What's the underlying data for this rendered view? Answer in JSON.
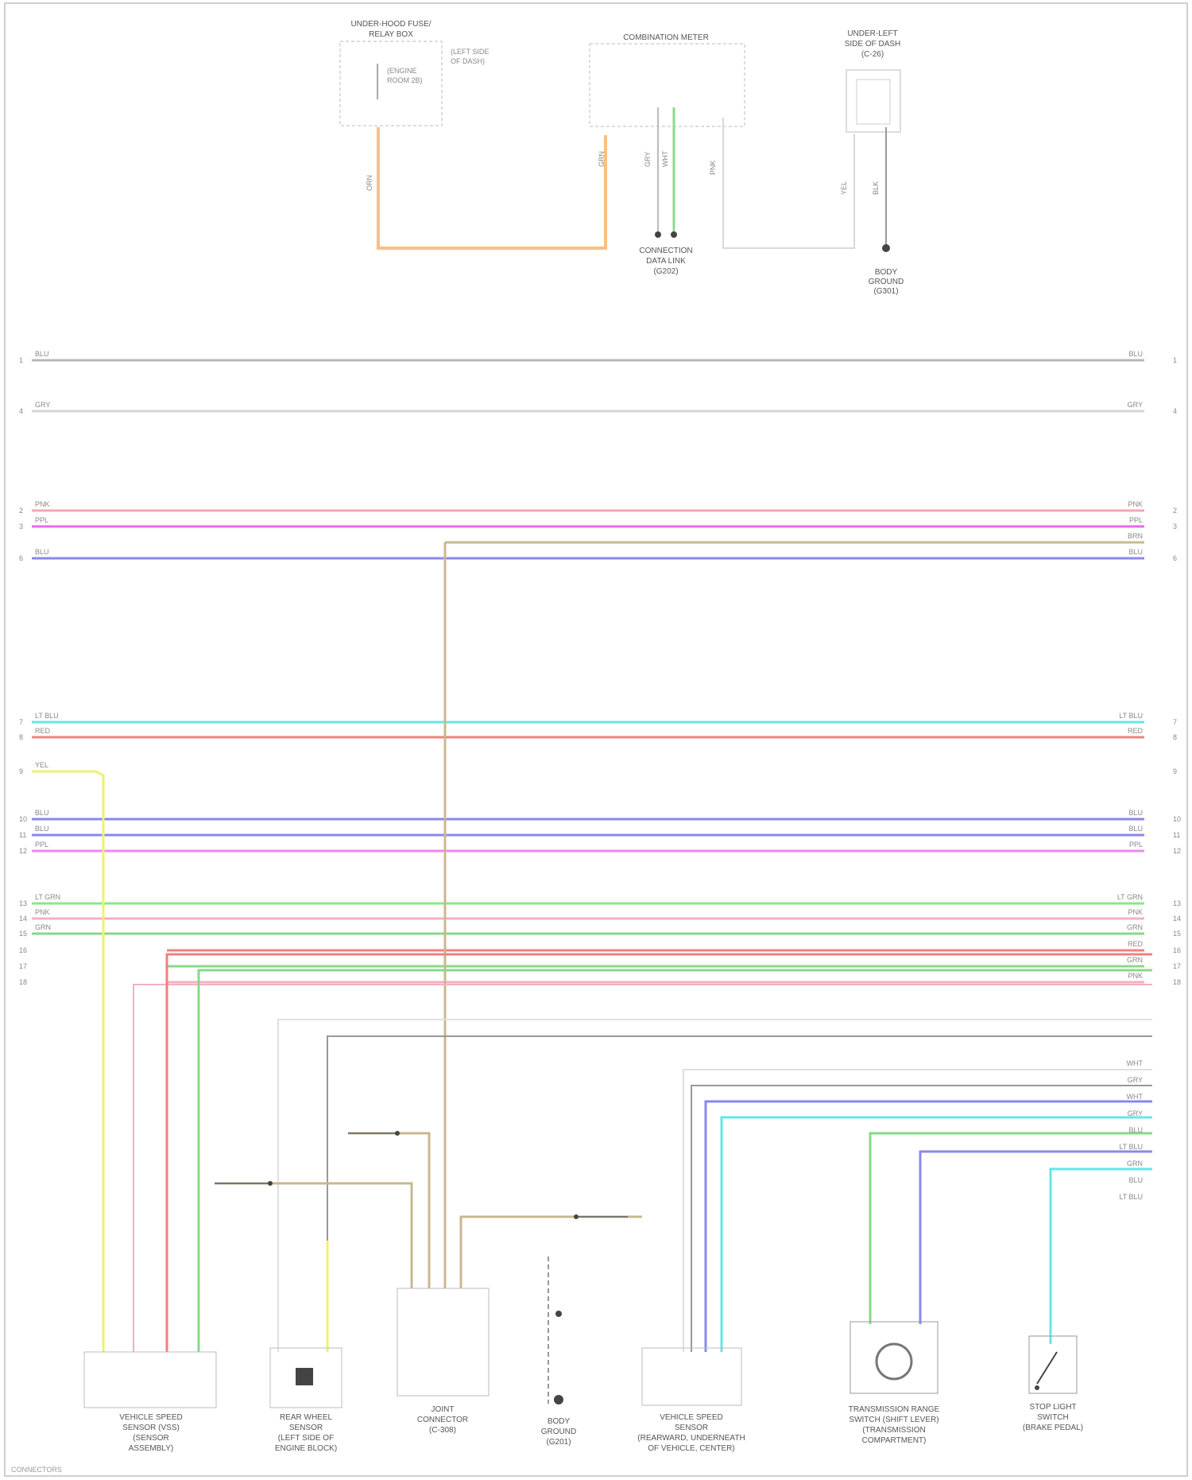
{
  "top_components": [
    {
      "id": "relay",
      "label_lines": [
        "UNDER-HOOD FUSE/",
        "RELAY BOX"
      ],
      "note_lines": [
        "(ENGINE",
        "ROOM 2B)",
        "(LEFT SIDE",
        "OF DASH)"
      ],
      "wire_label": "ORN"
    },
    {
      "id": "combination-meter",
      "label_lines": [
        "COMBINATION METER"
      ],
      "pins": [
        "GRY",
        "WHT",
        "GRN",
        "PNK"
      ]
    },
    {
      "id": "dash-relay",
      "label_lines": [
        "UNDER-LEFT",
        "SIDE OF DASH",
        "(C-26)"
      ],
      "pins": [
        "YEL",
        "BLK"
      ]
    }
  ],
  "top_connectors": [
    {
      "id": "left-connector",
      "label_lines": [
        "CONNECTION",
        "DATA LINK",
        "(G202)"
      ]
    },
    {
      "id": "ground",
      "label_lines": [
        "BODY",
        "GROUND",
        "(G301)"
      ]
    }
  ],
  "bus_lines": [
    {
      "num": "1",
      "label": "BLU",
      "right_label": "BLU",
      "color": "#b8b8b8"
    },
    {
      "num": "4",
      "label": "GRY",
      "right_label": "GRY",
      "color": "#d6d6d6"
    },
    {
      "num": "2",
      "label": "PNK",
      "right_label": "PNK",
      "color": "#f4a6b6"
    },
    {
      "num": "3",
      "label": "PPL",
      "right_label": "PPL",
      "color": "#ee66ee"
    },
    {
      "num": "",
      "label": "",
      "right_label": "BRN",
      "color": "#c8b890"
    },
    {
      "num": "6",
      "label": "BLU",
      "right_label": "BLU",
      "color": "#8888ee"
    },
    {
      "num": "7",
      "label": "LT BLU",
      "right_label": "LT BLU",
      "color": "#66e6e6"
    },
    {
      "num": "8",
      "label": "RED",
      "right_label": "RED",
      "color": "#f08080"
    },
    {
      "num": "9",
      "label": "YEL",
      "right_label": "",
      "color": "#f0f070"
    },
    {
      "num": "10",
      "label": "BLU",
      "right_label": "BLU",
      "color": "#8888ee"
    },
    {
      "num": "11",
      "label": "BLU",
      "right_label": "BLU",
      "color": "#8888ee"
    },
    {
      "num": "12",
      "label": "PPL",
      "right_label": "PPL",
      "color": "#ee88ee"
    },
    {
      "num": "13",
      "label": "LT GRN",
      "right_label": "LT GRN",
      "color": "#88e888"
    },
    {
      "num": "14",
      "label": "PNK",
      "right_label": "PNK",
      "color": "#f4b0c0"
    },
    {
      "num": "15",
      "label": "GRN",
      "right_label": "GRN",
      "color": "#88d888"
    },
    {
      "num": "16",
      "label": "",
      "right_label": "RED",
      "color": "#f08080"
    },
    {
      "num": "17",
      "label": "",
      "right_label": "GRN",
      "color": "#88d888"
    },
    {
      "num": "18",
      "label": "",
      "right_label": "PNK",
      "color": "#f4b0c0"
    }
  ],
  "right_stub_labels": [
    "WHT",
    "GRY",
    "WHT",
    "GRY",
    "BLU",
    "LT BLU",
    "GRN",
    "BLU",
    "LT BLU"
  ],
  "bottom_components": [
    {
      "id": "engine-speed-sensor",
      "label_lines": [
        "VEHICLE SPEED",
        "SENSOR (VSS)",
        "(SENSOR",
        "ASSEMBLY)"
      ]
    },
    {
      "id": "rear-sensor",
      "label_lines": [
        "REAR WHEEL",
        "SENSOR",
        "(LEFT SIDE OF",
        "ENGINE BLOCK)"
      ]
    },
    {
      "id": "joint-connector",
      "label_lines": [
        "JOINT",
        "CONNECTOR",
        "(C-308)"
      ]
    },
    {
      "id": "ground-bottom",
      "label_lines": [
        "BODY",
        "GROUND",
        "(G201)"
      ]
    },
    {
      "id": "speed-sensor-2",
      "label_lines": [
        "VEHICLE SPEED",
        "SENSOR",
        "(REARWARD, UNDERNEATH",
        "OF VEHICLE, CENTER)"
      ]
    },
    {
      "id": "transmission-module",
      "label_lines": [
        "TRANSMISSION RANGE",
        "SWITCH (SHIFT LEVER)",
        "(TRANSMISSION",
        "COMPARTMENT)"
      ]
    },
    {
      "id": "brake-switch",
      "label_lines": [
        "STOP LIGHT",
        "SWITCH",
        "(BRAKE PEDAL)"
      ]
    }
  ],
  "footer": "CONNECTORS"
}
